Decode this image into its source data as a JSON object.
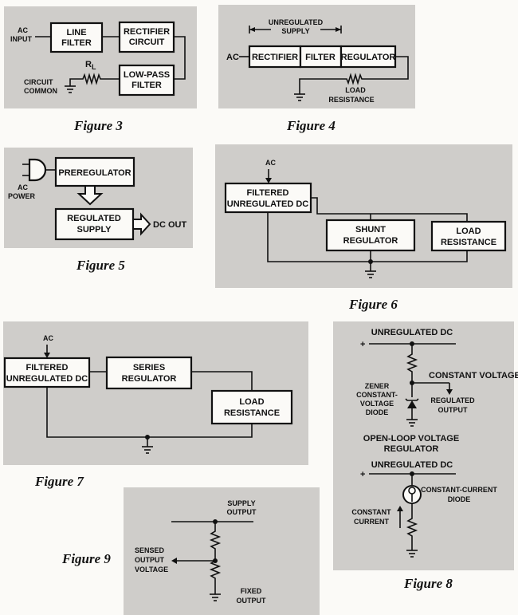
{
  "fig3": {
    "caption": "Figure 3",
    "ac_input_1": "AC",
    "ac_input_2": "INPUT",
    "line_filter_1": "LINE",
    "line_filter_2": "FILTER",
    "rectifier_1": "RECTIFIER",
    "rectifier_2": "CIRCUIT",
    "lowpass_1": "LOW-PASS",
    "lowpass_2": "FILTER",
    "rl": "R",
    "rl_sub": "L",
    "common_1": "CIRCUIT",
    "common_2": "COMMON"
  },
  "fig4": {
    "caption": "Figure 4",
    "unreg_1": "UNREGULATED",
    "unreg_2": "SUPPLY",
    "ac": "AC",
    "rectifier": "RECTIFIER",
    "filter": "FILTER",
    "regulator": "REGULATOR",
    "load_1": "LOAD",
    "load_2": "RESISTANCE"
  },
  "fig5": {
    "caption": "Figure 5",
    "ac_1": "AC",
    "ac_2": "POWER",
    "prereg": "PREREGULATOR",
    "reg_1": "REGULATED",
    "reg_2": "SUPPLY",
    "dc_out": "DC OUT"
  },
  "fig6": {
    "caption": "Figure 6",
    "ac": "AC",
    "filt_1": "FILTERED",
    "filt_2": "UNREGULATED DC",
    "shunt_1": "SHUNT",
    "shunt_2": "REGULATOR",
    "load_1": "LOAD",
    "load_2": "RESISTANCE"
  },
  "fig7": {
    "caption": "Figure 7",
    "ac": "AC",
    "filt_1": "FILTERED",
    "filt_2": "UNREGULATED DC",
    "series_1": "SERIES",
    "series_2": "REGULATOR",
    "load_1": "LOAD",
    "load_2": "RESISTANCE"
  },
  "fig8": {
    "caption": "Figure 8",
    "plus": "+",
    "unreg": "UNREGULATED DC",
    "const_v": "CONSTANT VOLTAGE",
    "zener_1": "ZENER",
    "zener_2": "CONSTANT-",
    "zener_3": "VOLTAGE",
    "zener_4": "DIODE",
    "regout_1": "REGULATED",
    "regout_2": "OUTPUT",
    "open_1": "OPEN-LOOP VOLTAGE",
    "open_2": "REGULATOR",
    "unreg2": "UNREGULATED DC",
    "ccd_1": "CONSTANT-CURRENT",
    "ccd_2": "DIODE",
    "cc_1": "CONSTANT",
    "cc_2": "CURRENT"
  },
  "fig9": {
    "caption": "Figure 9",
    "supply_1": "SUPPLY",
    "supply_2": "OUTPUT",
    "sensed_1": "SENSED",
    "sensed_2": "OUTPUT",
    "sensed_3": "VOLTAGE",
    "fixed_1": "FIXED",
    "fixed_2": "OUTPUT"
  }
}
